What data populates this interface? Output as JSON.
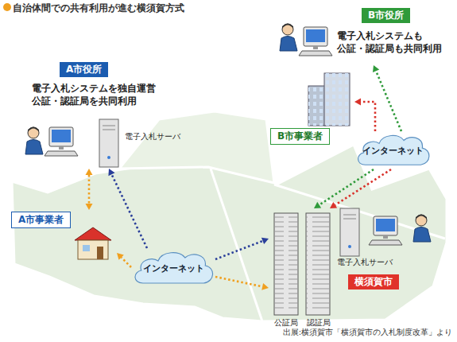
{
  "diagram": {
    "title": "自治体間での共有利用が進む横須賀方式",
    "caption": "出展:横須賀市「横須賀市の入札制度改革」より",
    "nodes": [
      {
        "text": [
          "A市役所",
          "電子入札システムを独自運営 公証・認証局を共同利用"
        ]
      },
      {
        "text": [
          "B市役所",
          "電子入札システムも 公証・認証局も共同利用"
        ]
      },
      {
        "text": [
          "B市事業者"
        ]
      },
      {
        "text": [
          "A市事業者"
        ]
      },
      {
        "text": [
          "横須賀市"
        ]
      },
      {
        "text": [
          "インターネット"
        ]
      },
      {
        "text": [
          "インターネット"
        ]
      }
    ],
    "edges": [
      {
        "from": 0,
        "to": 3,
        "arrow": "both"
      },
      {
        "from": 6,
        "to": 3,
        "arrow": "to"
      },
      {
        "from": 6,
        "to": 0,
        "arrow": "to"
      },
      {
        "from": 6,
        "to": 4,
        "arrow": "to"
      },
      {
        "from": 6,
        "to": 4,
        "arrow": "to"
      },
      {
        "from": 5,
        "to": 1,
        "arrow": "to"
      },
      {
        "from": 5,
        "to": 2,
        "arrow": "to"
      },
      {
        "from": 5,
        "to": 4,
        "arrow": "to"
      },
      {
        "from": 5,
        "to": 4,
        "arrow": "to"
      }
    ],
    "labels": [
      "電子入札サーバ",
      "電子入札サーバ",
      "公証局",
      "認証局"
    ]
  }
}
